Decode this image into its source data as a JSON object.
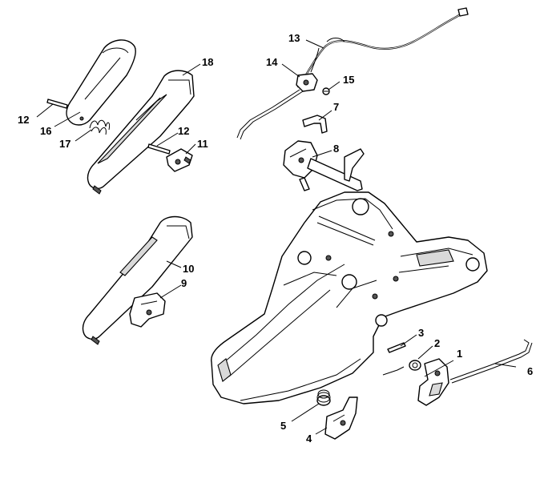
{
  "callouts": [
    {
      "id": "1",
      "text": "1"
    },
    {
      "id": "2",
      "text": "2"
    },
    {
      "id": "3",
      "text": "3"
    },
    {
      "id": "4",
      "text": "4"
    },
    {
      "id": "5",
      "text": "5"
    },
    {
      "id": "6",
      "text": "6"
    },
    {
      "id": "7",
      "text": "7"
    },
    {
      "id": "8",
      "text": "8"
    },
    {
      "id": "9",
      "text": "9"
    },
    {
      "id": "10",
      "text": "10"
    },
    {
      "id": "11",
      "text": "11"
    },
    {
      "id": "12a",
      "text": "12"
    },
    {
      "id": "12b",
      "text": "12"
    },
    {
      "id": "13",
      "text": "13"
    },
    {
      "id": "14",
      "text": "14"
    },
    {
      "id": "15",
      "text": "15"
    },
    {
      "id": "16",
      "text": "16"
    },
    {
      "id": "17",
      "text": "17"
    },
    {
      "id": "18",
      "text": "18"
    }
  ]
}
